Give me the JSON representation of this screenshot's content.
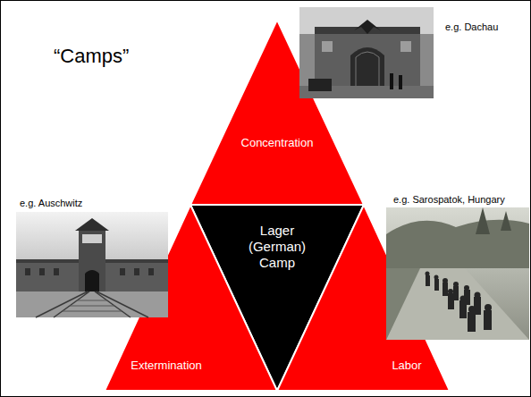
{
  "diagram": {
    "title": "“Camps”",
    "nodes": [
      {
        "text": [
          "Concentration"
        ]
      },
      {
        "text": [
          "Lager (German) Camp"
        ]
      },
      {
        "text": [
          "Extermination"
        ]
      },
      {
        "text": [
          "Labor"
        ]
      }
    ],
    "labels": [
      "e.g. Dachau",
      "e.g. Auschwitz",
      "e.g. Sarospatok, Hungary"
    ]
  }
}
